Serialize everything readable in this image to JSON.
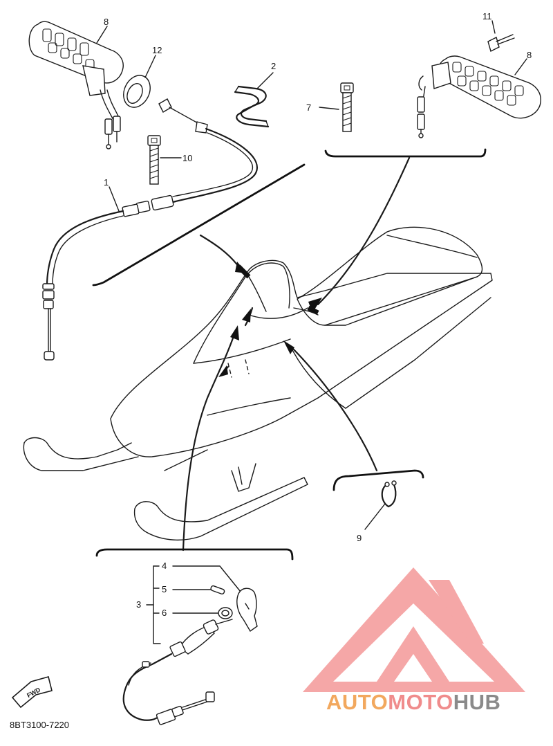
{
  "diagram": {
    "code": "8BT3100-7220",
    "fwd_label": "FWD",
    "callouts": [
      "1",
      "2",
      "3",
      "4",
      "5",
      "6",
      "7",
      "8",
      "8",
      "9",
      "10",
      "11",
      "12"
    ]
  },
  "watermark": {
    "part1": "AUTO",
    "part2": "MOTO",
    "part3": "HUB",
    "color_accent": "#f2a05a",
    "color_brand": "#f08c8c",
    "color_dark": "#8a8a8a"
  }
}
